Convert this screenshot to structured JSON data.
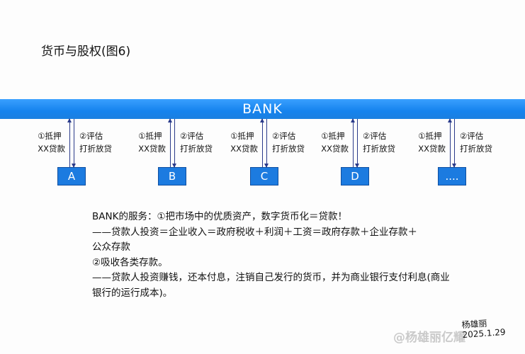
{
  "title": "货币与股权(图6)",
  "bank": "BANK",
  "units": [
    {
      "label": "A",
      "left": "①抵押",
      "left2": "XX贷款",
      "right": "②评估",
      "right2": "打折放贷"
    },
    {
      "label": "B",
      "left": "①抵押",
      "left2": "XX贷款",
      "right": "②评估",
      "right2": "打折放贷"
    },
    {
      "label": "C",
      "left": "①抵押",
      "left2": "XX贷款",
      "right": "②评估",
      "right2": "打折放贷"
    },
    {
      "label": "D",
      "left": "①抵押",
      "left2": "XX贷款",
      "right": "②评估",
      "right2": "打折放贷"
    },
    {
      "label": "....",
      "left": "①抵押",
      "left2": "XX贷款",
      "right": "②评估",
      "right2": "打折放贷"
    }
  ],
  "lines": [
    "BANK的服务：①把市场中的优质资产，数字货币化＝贷款！",
    "——贷款人投资＝企业收入＝政府税收＋利润＋工资＝政府存款＋企业存款＋",
    "公众存款",
    "②吸收各类存款。",
    "——贷款人投资赚钱，还本付息，注销自己发行的货币，并为商业银行支付利息(商业",
    "银行的运行成本)。"
  ],
  "signature": {
    "name": "杨雄丽",
    "date": "2025.1.29"
  },
  "watermark": "@杨雄丽亿耀",
  "colors": {
    "bank": "#1583ee",
    "box": "#1c7be0",
    "arrow": "#2a3a8a"
  }
}
